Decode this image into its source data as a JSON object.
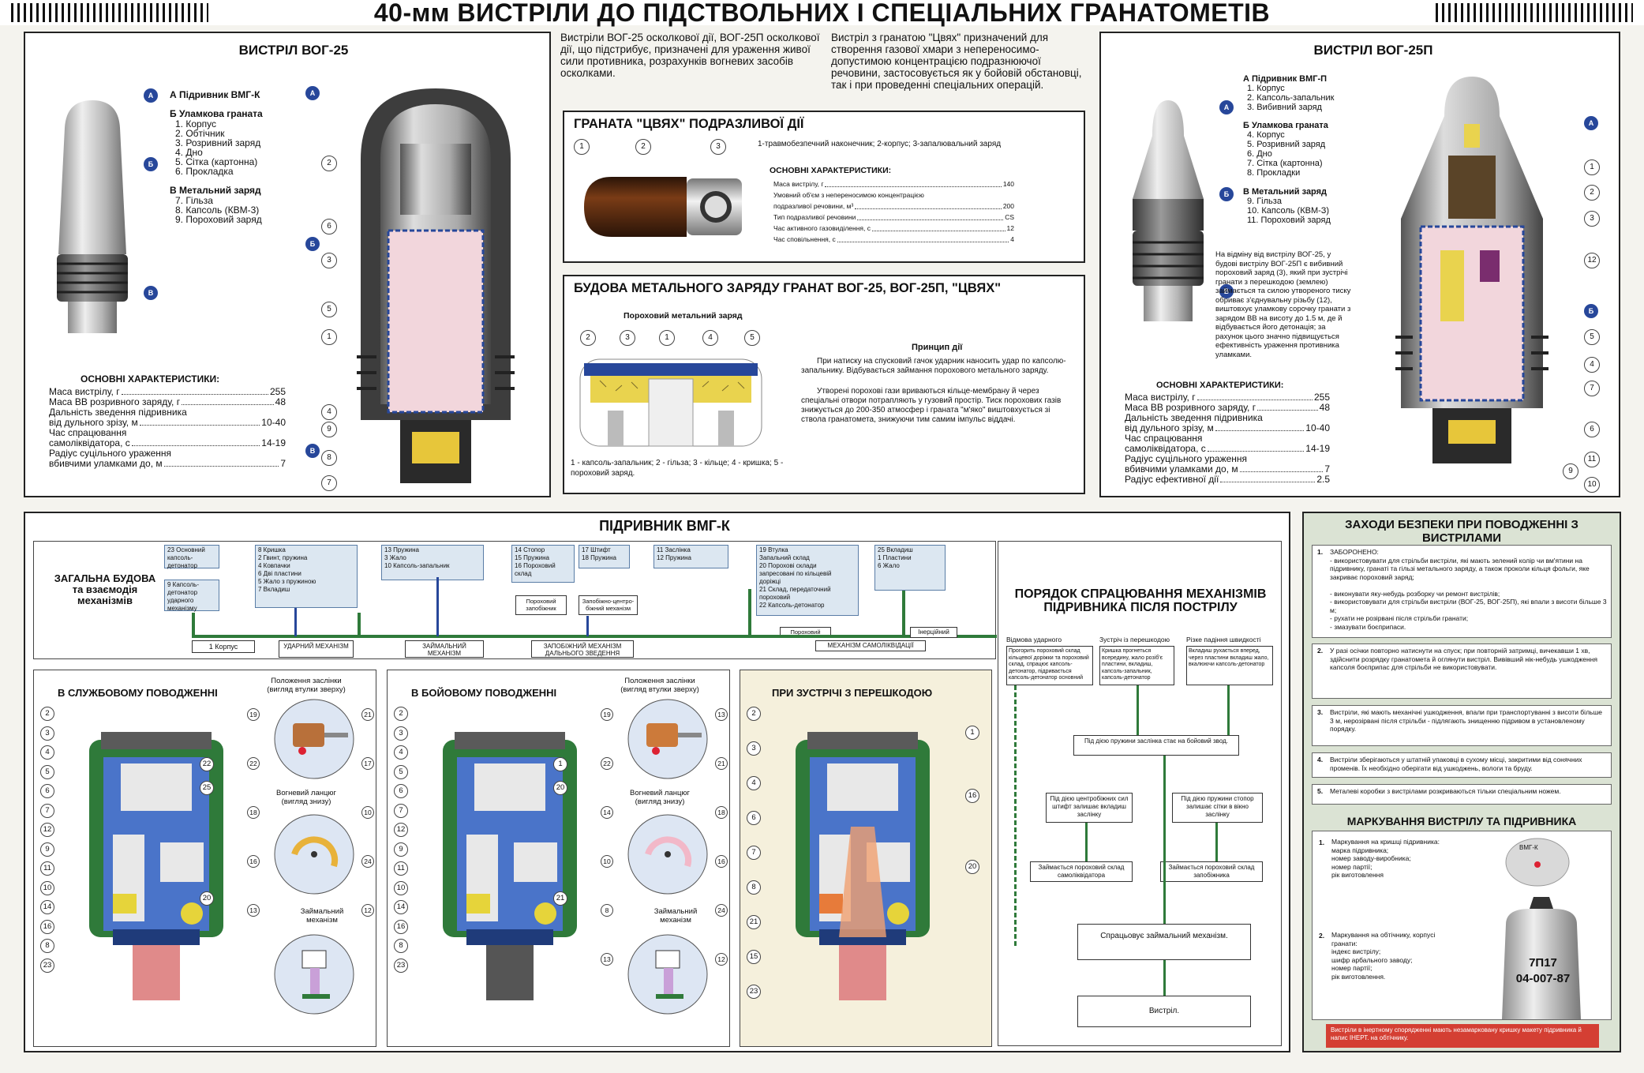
{
  "title": "40-мм ВИСТРІЛИ ДО ПІДСТВОЛЬНИХ І СПЕЦІАЛЬНИХ ГРАНАТОМЕТІВ",
  "vog25": {
    "title": "ВИСТРІЛ ВОГ-25",
    "parts_a": "А Підривник ВМГ-К",
    "parts_b": "Б Уламкова граната",
    "parts_b_items": [
      "1. Корпус",
      "2. Обтічник",
      "3. Розривний заряд",
      "4. Дно",
      "5. Сітка (картонна)",
      "6. Прокладка"
    ],
    "parts_v": "В Метальний заряд",
    "parts_v_items": [
      "7. Гільза",
      "8. Капсоль (КВМ-3)",
      "9. Пороховий заряд"
    ],
    "chars_title": "ОСНОВНІ ХАРАКТЕРИСТИКИ:",
    "chars": [
      {
        "label": "Маса вистрілу, г",
        "value": "255"
      },
      {
        "label": "Маса ВВ розривного заряду, г",
        "value": "48"
      },
      {
        "label": "Дальність зведення підривника",
        "value": ""
      },
      {
        "label": "від дульного зрізу, м",
        "value": "10-40"
      },
      {
        "label": "Час спрацювання",
        "value": ""
      },
      {
        "label": "самоліквідатора, с",
        "value": "14-19"
      },
      {
        "label": "Радіус суцільного ураження",
        "value": ""
      },
      {
        "label": "вбивчими уламками до, м",
        "value": "7"
      }
    ],
    "labels_left": [
      "А",
      "Б",
      "В"
    ],
    "labels_cut": [
      "2",
      "6",
      "3",
      "5",
      "1",
      "4",
      "9",
      "8",
      "7"
    ]
  },
  "intro1": "Вистріли ВОГ-25 осколкової дії, ВОГ-25П осколкової дії, що підстрибує, призначені для ураження живої сили противника, розрахунків вогневих засобів осколками.",
  "intro2": "Вистріл з гранатою \"Цвях\" призначений для створення газової хмари з непереносимо-допустимою концентрацією подразнюючої речовини, застосовується як у бойовій обстановці, так і при проведенні спеціальних операцій.",
  "tsvyakh": {
    "title": "ГРАНАТА \"ЦВЯХ\" ПОДРАЗЛИВОЇ ДІЇ",
    "legend": "1-травмобезпечний наконечник; 2-корпус; 3-запалювальний заряд",
    "chars_title": "ОСНОВНІ ХАРАКТЕРИСТИКИ:",
    "chars": [
      {
        "label": "Маса вистрілу, г",
        "value": "140"
      },
      {
        "label": "Умовний об'єм з непереносимою концентрацією",
        "value": ""
      },
      {
        "label": "подразливої речовини, м³",
        "value": "200"
      },
      {
        "label": "Тип подразливої речовини",
        "value": "CS"
      },
      {
        "label": "Час активного газовиділення, с",
        "value": "12"
      },
      {
        "label": "Час сповільнення, с",
        "value": "4"
      }
    ],
    "callouts": [
      "1",
      "2",
      "3"
    ]
  },
  "metal": {
    "title": "БУДОВА МЕТАЛЬНОГО ЗАРЯДУ ГРАНАТ ВОГ-25, ВОГ-25П, \"ЦВЯХ\"",
    "sub": "Пороховий метальний заряд",
    "callouts": [
      "2",
      "3",
      "1",
      "4",
      "5"
    ],
    "legend": "1 - капсоль-запальник; 2 - гільза; 3 - кільце; 4 - кришка; 5 - пороховий заряд.",
    "principle_title": "Принцип дії",
    "principle1": "При натиску на спусковий гачок ударник наносить удар по капсолю-запальнику. Відбувається займання порохового метального заряду.",
    "principle2": "Утворені порохові гази вриваються кільце-мембрану й через спеціальні отвори потрапляють у гузовий простір. Тиск порохових газів знижується до 200-350 атмосфер і граната \"м'яко\" виштовхується зі ствола гранатомета, знижуючи тим самим імпульс віддачі."
  },
  "vog25p": {
    "title": "ВИСТРІЛ ВОГ-25П",
    "parts_a": "А Підривник ВМГ-П",
    "parts_a_items": [
      "1. Корпус",
      "2. Капсоль-запальник",
      "3. Вибивний заряд"
    ],
    "parts_b": "Б Уламкова граната",
    "parts_b_items": [
      "4. Корпус",
      "5. Розривний заряд",
      "6. Дно",
      "7. Сітка (картонна)",
      "8. Прокладки"
    ],
    "parts_v": "В Метальний заряд",
    "parts_v_items": [
      "9. Гільза",
      "10. Капсоль (КВМ-З)",
      "11. Пороховий заряд"
    ],
    "note": "На відміну від вистрілу ВОГ-25, у будові вистрілу ВОГ-25П є вибивний пороховий заряд (3), який при зустрічі гранати з перешкодою (землею) займається та силою утвореного тиску обриває з'єднувальну різьбу (12), виштовхує уламкову сорочку гранати з зарядом ВВ на висоту до 1.5 м, де й відбувається його детонація; за рахунок цього значно підвищується ефективність ураження противника уламками.",
    "chars_title": "ОСНОВНІ ХАРАКТЕРИСТИКИ:",
    "chars": [
      {
        "label": "Маса вистрілу, г",
        "value": "255"
      },
      {
        "label": "Маса ВВ розривного заряду, г",
        "value": "48"
      },
      {
        "label": "Дальність зведення підривника",
        "value": ""
      },
      {
        "label": "від дульного зрізу, м",
        "value": "10-40"
      },
      {
        "label": "Час спрацювання",
        "value": ""
      },
      {
        "label": "самоліквідатора, с",
        "value": "14-19"
      },
      {
        "label": "Радіус суцільного ураження",
        "value": ""
      },
      {
        "label": "вбивчими уламками до, м",
        "value": "7"
      },
      {
        "label": "Радіус ефективної дії",
        "value": "2.5"
      }
    ],
    "cut_labels": [
      "1",
      "2",
      "3",
      "12",
      "5",
      "4",
      "7",
      "6",
      "11",
      "9",
      "10"
    ]
  },
  "fuse": {
    "title": "ПІДРИВНИК ВМГ-К",
    "general": "ЗАГАЛЬНА БУДОВА та взаємодія механізмів",
    "boxes": [
      "23 Основний\n    капсоль-\n    детонатор",
      "9 Капсоль-\n   детонатор\n   ударного\n   механізму",
      "8  Кришка\n2  Гвинт, пружина\n4  Ковпачки\n6  Дві пластини\n5  Жало з пружиною\n7  Вкладиш",
      "13 Пружина\n3   Жало\n10  Капсоль-запальник",
      "14 Стопор\n15 Пружина\n16 Пороховий\n     склад",
      "17 Штифт\n18 Пружина",
      "11 Заслінка\n12 Пружина",
      "19 Втулка\n    Запальний склад\n20 Порохові склади\n    запресовані по кільцевій\n    доріжці\n21 Склад, передаточний\n    пороховий\n22 Капсоль-детонатор",
      "25 Вкладиш\n1   Пластини\n6   Жало"
    ],
    "sub_boxes": [
      "Пороховий запобіжник",
      "Запобіжно-центро-біжний механізм",
      "Пороховий"
    ],
    "bottom": [
      "1 Корпус",
      "УДАРНИЙ МЕХАНІЗМ",
      "ЗАЙМАЛЬНИЙ МЕХАНІЗМ",
      "ЗАПОБІЖНИЙ МЕХАНІЗМ ДАЛЬНЬОГО ЗВЕДЕННЯ",
      "МЕХАНІЗМ САМОЛІКВІДАЦІЇ",
      "Інерційний"
    ]
  },
  "states": [
    {
      "title": "В СЛУЖБОВОМУ ПОВОДЖЕННІ",
      "left": [
        "2",
        "3",
        "4",
        "5",
        "6",
        "7",
        "12",
        "9",
        "11",
        "10",
        "14",
        "16",
        "8",
        "23"
      ],
      "right": [
        "22",
        "25",
        "20"
      ],
      "detail1": "Положення заслінки\n(вигляд втулки зверху)",
      "detail2": "Вогневий ланцюг\n(вигляд знизу)",
      "detail3": "Займальний\nмеханізм",
      "detail_nums": [
        "19",
        "21",
        "22",
        "17",
        "18",
        "10",
        "16",
        "24",
        "13",
        "12"
      ]
    },
    {
      "title": "В БОЙОВОМУ ПОВОДЖЕННІ",
      "left": [
        "2",
        "3",
        "4",
        "5",
        "6",
        "7",
        "12",
        "9",
        "11",
        "10",
        "14",
        "16",
        "8",
        "23"
      ],
      "right": [
        "1",
        "20",
        "21"
      ],
      "detail1": "Положення заслінки\n(вигляд втулки зверху)",
      "detail2": "Вогневий ланцюг\n(вигляд знизу)",
      "detail3": "Займальний\nмеханізм",
      "detail_nums": [
        "19",
        "13",
        "22",
        "21",
        "14",
        "18",
        "10",
        "16",
        "8",
        "24",
        "13",
        "12"
      ]
    },
    {
      "title": "ПРИ ЗУСТРІЧІ З ПЕРЕШКОДОЮ",
      "left": [
        "2",
        "3",
        "4",
        "6",
        "7",
        "8",
        "21",
        "15",
        "23"
      ],
      "right": [
        "1",
        "16",
        "20"
      ]
    }
  ],
  "order": {
    "title": "ПОРЯДОК СПРАЦЮВАННЯ МЕХАНІЗМІВ ПІДРИВНИКА ПІСЛЯ ПОСТРІЛУ",
    "col1": "Відмова ударного механізму",
    "col2": "Зустріч із перешкодою",
    "col3": "Різке падіння швидкості",
    "col1_box": "Прогорить пороховий склад кільцевої доріжки та пороховий склад, спрацює капсоль-детонатор, підривається капсоль-детонатор основний",
    "col2_box": "Кришка прогнеться всередину, жало розіб'є пластини, вкладиш, капсоль-запальник, капсоль-детонатор",
    "col3_box": "Вкладиш рухається вперед, через пластини вкладиш жало, вкалюючи капсоль-детонатор",
    "mid": "Під дією пружини заслінка стає на бойовий звод.",
    "leftA": "Під дією центробіжних сил штифт залишає вкладиш заслінку",
    "rightA": "Під дією пружини стопор залишає сітки в вікно заслінку",
    "leftB": "Займається пороховий склад самоліквідатора",
    "rightB": "Займається пороховий склад запобіжника",
    "fire": "Спрацьовує займальний механізм.",
    "shot": "Вистріл."
  },
  "safety": {
    "title": "ЗАХОДИ БЕЗПЕКИ ПРИ ПОВОДЖЕННІ З ВИСТРІЛАМИ",
    "items": [
      {
        "n": "1.",
        "text": "ЗАБОРОНЕНО:\n- використовувати для стрільби вистріли, які мають зелений колір чи вм'ятини на підривнику, гранаті та гільзі метального заряду, а також проколи кільця фольги, яке закриває пороховий заряд;\n\n- виконувати яку-небудь розборку чи ремонт вистрілів;\n- використовувати для стрільби вистріли (ВОГ-25, ВОГ-25П), які впали з висоти більше 3 м;\n- рухати не розірвані після стрільби гранати;\n- змазувати боєприпаси."
      },
      {
        "n": "2.",
        "text": "У разі осічки повторно натиснути на спуск; при повторній затримці, вичекавши 1 хв, здійснити розрядку гранатомета й оглянути вистріл. Вивівший нік-небудь ушкодження капсоля боєприпас для стрільби не використовувати."
      },
      {
        "n": "3.",
        "text": "Вистріли, які мають механічні ушкодження, впали при транспортуванні з висоти більше 3 м, нерозірвані після стрільби - підлягають знищенню підривом в установленому порядку."
      },
      {
        "n": "4.",
        "text": "Вистріли зберігаються у штатній упаковці в сухому місці, закритими від сонячних променів. Їх необхідно оберігати від ушкоджень, вологи та бруду."
      },
      {
        "n": "5.",
        "text": "Металеві коробки з вистрілами розкриваються тільки спеціальним ножем."
      }
    ],
    "mark_title": "МАРКУВАННЯ ВИСТРІЛУ ТА ПІДРИВНИКА",
    "mark1": "Маркування на кришці підривника:\nмарка підривника;\nномер заводу-виробника;\nномер партії;\nрік виготовлення",
    "mark2": "Маркування на обтічнику, корпусі гранати:\nіндекс вистрілу;\nшифр арбального заводу;\nномер партії;\nрік виготовлення.",
    "fuse_mark": "ВМГ-К",
    "code1": "7П17",
    "code2": "04-007-87",
    "warning": "Вистріли в інертному спорядженні мають незамарковану кришку макету підривника й напис ІНЕРТ. на обтічнику."
  },
  "colors": {
    "green": "#2f7a3a",
    "blue": "#27479a",
    "pink": "#f2d6dc",
    "yellow_panel": "#f5f0dc",
    "safety_bg": "#dbe3d4"
  }
}
